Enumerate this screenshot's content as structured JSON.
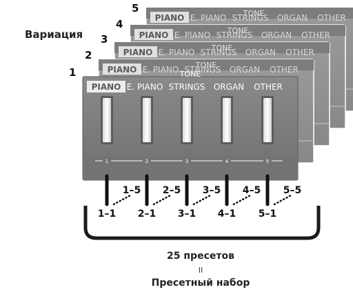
{
  "variation_label": "Вариация",
  "tone_label": "TONE",
  "categories": [
    "PIANO",
    "E. PIANO",
    "STRINGS",
    "ORGAN",
    "OTHER"
  ],
  "selected_category": "PIANO",
  "panel_numbers": [
    "1",
    "2",
    "3",
    "4",
    "5"
  ],
  "slot_numbers": [
    "1",
    "2",
    "3",
    "4",
    "5"
  ],
  "preset_pairs": [
    {
      "low": "1–1",
      "high": "1–5"
    },
    {
      "low": "2–1",
      "high": "2–5"
    },
    {
      "low": "3–1",
      "high": "3–5"
    },
    {
      "low": "4–1",
      "high": "4–5"
    },
    {
      "low": "5–1",
      "high": "5–5"
    }
  ],
  "total_label": "25 пресетов",
  "equals_sign": "II",
  "set_label": "Пресетный набор"
}
